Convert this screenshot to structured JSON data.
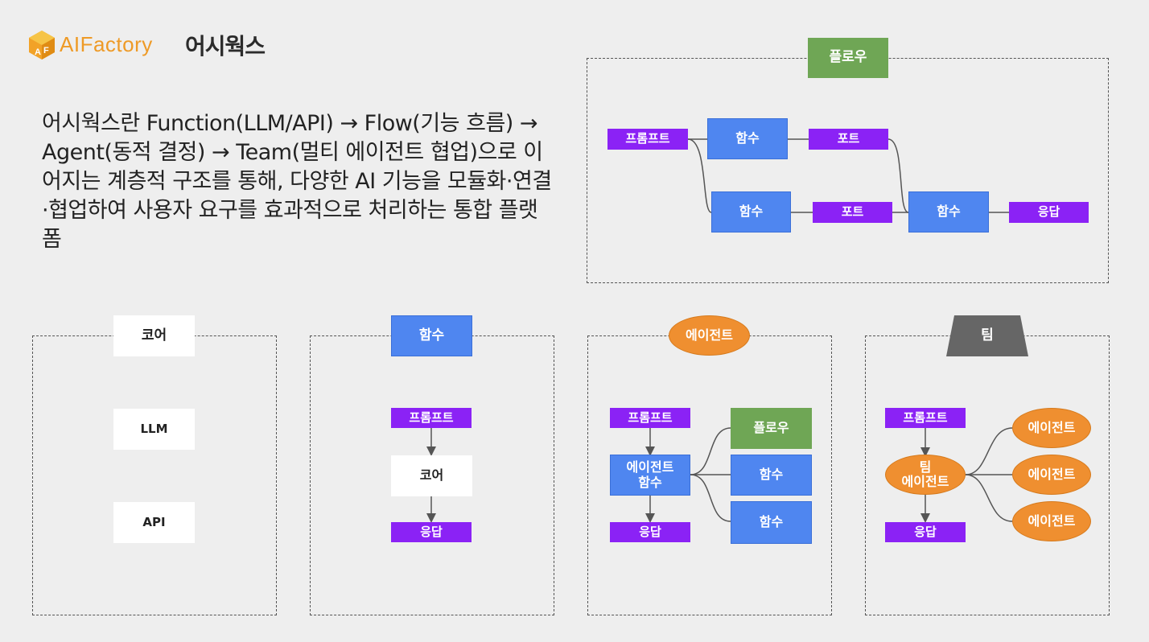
{
  "header": {
    "logo_text": "AIFactory",
    "logo_colors": {
      "left": "#f2a227",
      "right": "#f6c446"
    },
    "brand_korean": "어시웍스"
  },
  "intro_text": "어시웍스란 Function(LLM/API) → Flow(기능 흐름) → Agent(동적 결정) → Team(멀티 에이전트 협업)으로 이어지는 계층적 구조를 통해, 다양한 AI 기능을 모듈화·연결·협업하여 사용자 요구를 효과적으로 처리하는 통합 플랫폼",
  "flow_panel": {
    "title": "플로우",
    "prompt": "프롬프트",
    "func_a": "함수",
    "func_b": "함수",
    "func_c": "함수",
    "port_a": "포트",
    "port_b": "포트",
    "response": "응답"
  },
  "core_panel": {
    "title": "코어",
    "item_1": "LLM",
    "item_2": "API"
  },
  "function_panel": {
    "title": "함수",
    "prompt": "프롬프트",
    "core": "코어",
    "response": "응답"
  },
  "agent_panel": {
    "title": "에이전트",
    "prompt": "프롬프트",
    "agent_func": "에이전트\n함수",
    "flow": "플로우",
    "func_1": "함수",
    "func_2": "함수",
    "response": "응답"
  },
  "team_panel": {
    "title": "팀",
    "prompt": "프롬프트",
    "team_agent": "팀\n에이전트",
    "agent_1": "에이전트",
    "agent_2": "에이전트",
    "agent_3": "에이전트",
    "response": "응답"
  },
  "colors": {
    "purple": "#8b22f5",
    "blue": "#4f86f0",
    "green": "#6fa655",
    "orange": "#ef8f30",
    "team_gray": "#666666",
    "background": "#eeeeee"
  }
}
